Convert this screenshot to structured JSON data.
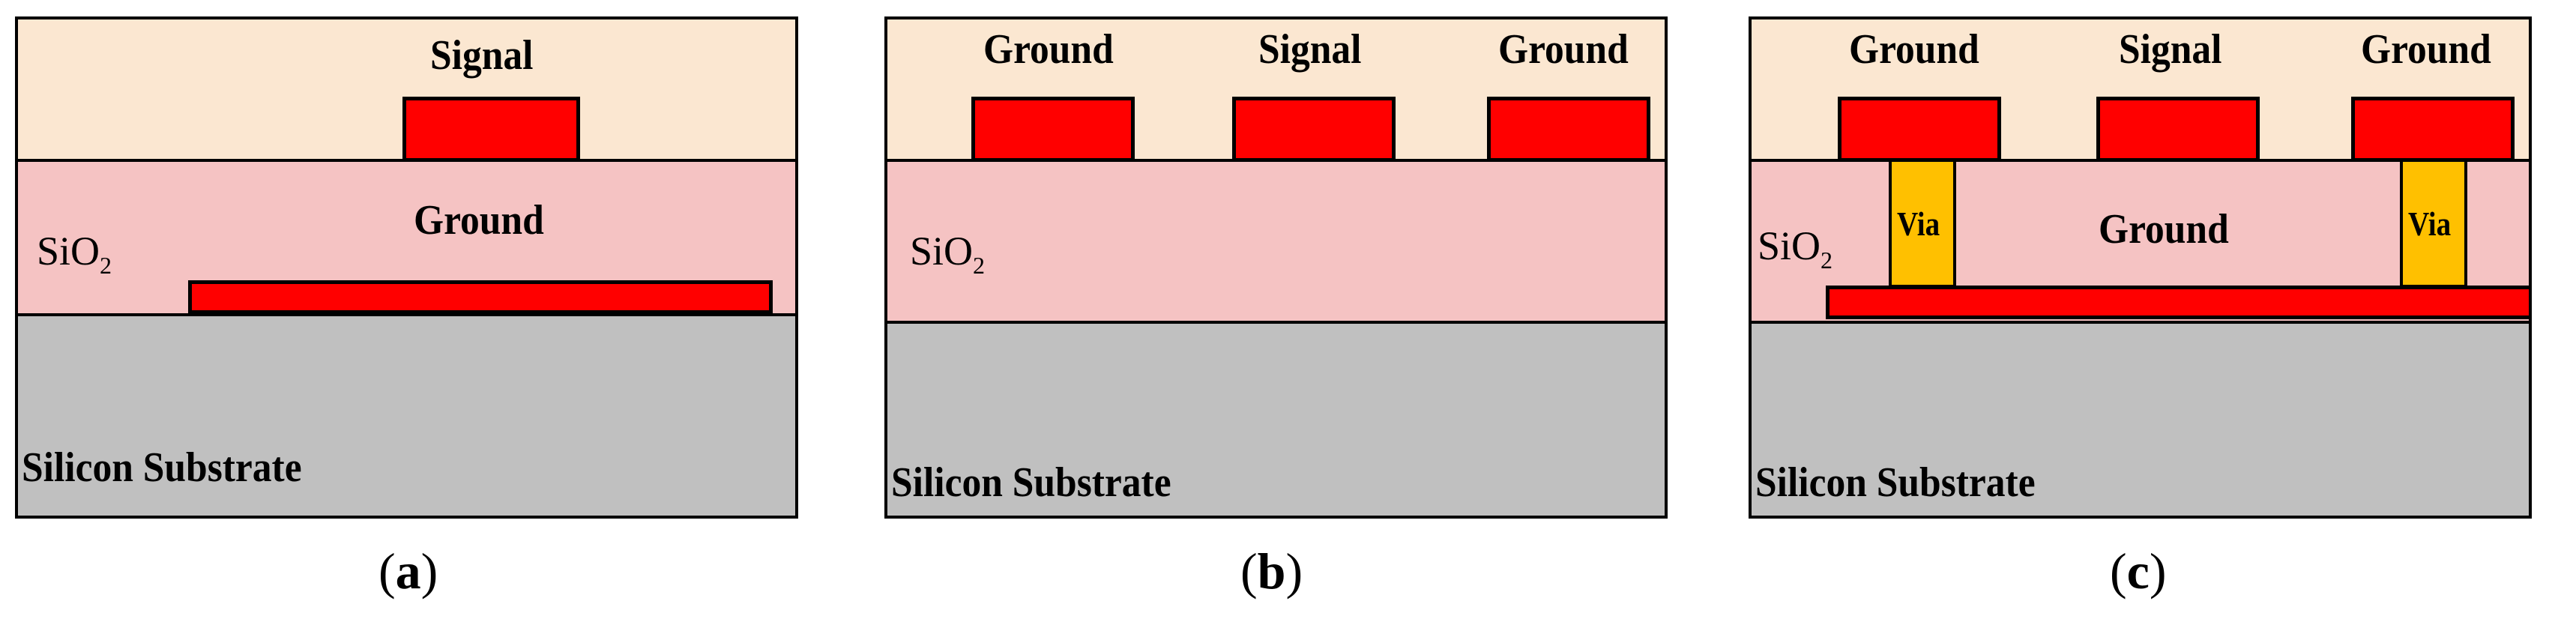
{
  "panel_a": {
    "signal_label": "Signal",
    "ground_label": "Ground",
    "oxide_label": "SiO",
    "oxide_sub": "2",
    "substrate_label": "Silicon Substrate",
    "caption_open": "(",
    "caption_letter": "a",
    "caption_close": ")"
  },
  "panel_b": {
    "ground_left_label": "Ground",
    "signal_label": "Signal",
    "ground_right_label": "Ground",
    "oxide_label": "SiO",
    "oxide_sub": "2",
    "substrate_label": "Silicon Substrate",
    "caption_open": "(",
    "caption_letter": "b",
    "caption_close": ")"
  },
  "panel_c": {
    "ground_left_label": "Ground",
    "signal_label": "Signal",
    "ground_right_label": "Ground",
    "via_left_label": "Via",
    "via_right_label": "Via",
    "ground_plane_label": "Ground",
    "oxide_label": "SiO",
    "oxide_sub": "2",
    "substrate_label": "Silicon Substrate",
    "caption_open": "(",
    "caption_letter": "c",
    "caption_close": ")"
  },
  "colors": {
    "air": "#fbe7d1",
    "oxide": "#f5c3c3",
    "substrate": "#c0c0c0",
    "metal": "#ff0000",
    "via": "#ffc000"
  }
}
